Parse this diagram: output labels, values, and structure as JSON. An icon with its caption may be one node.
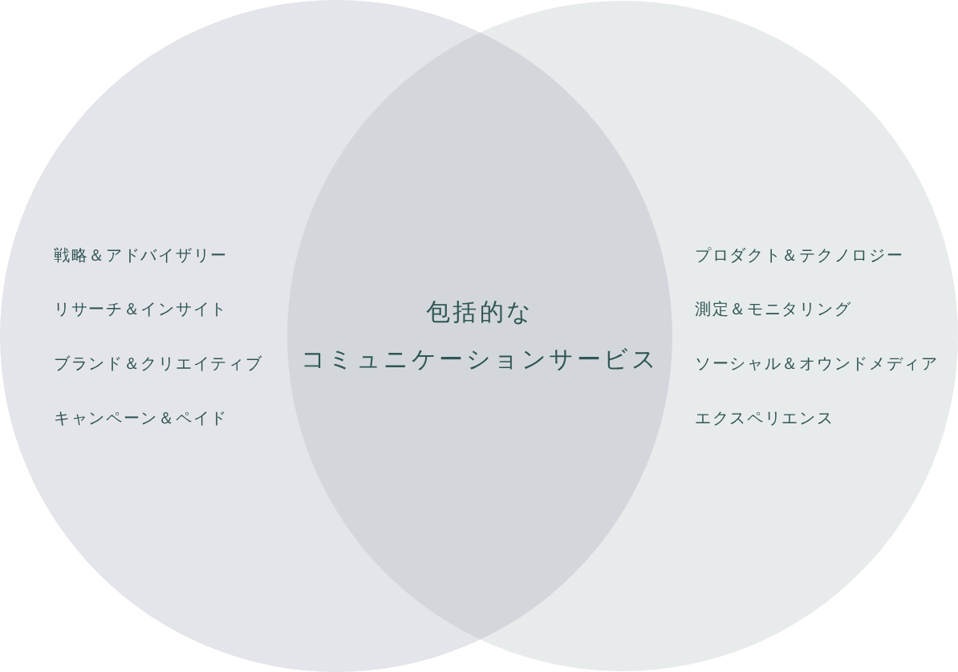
{
  "diagram": {
    "nodes": [
      {
        "text": [
          "戦略＆アドバイザリー",
          "リサーチ＆インサイト",
          "ブランド＆クリエイティブ",
          "キャンペーン＆ペイド"
        ]
      },
      {
        "text": [
          "包括的なコミュニケーションサービス"
        ]
      },
      {
        "text": [
          "プロダクト＆テクノロジー",
          "測定＆モニタリング",
          "ソーシャル＆オウンドメディア",
          "エクスペリエンス"
        ]
      }
    ]
  }
}
